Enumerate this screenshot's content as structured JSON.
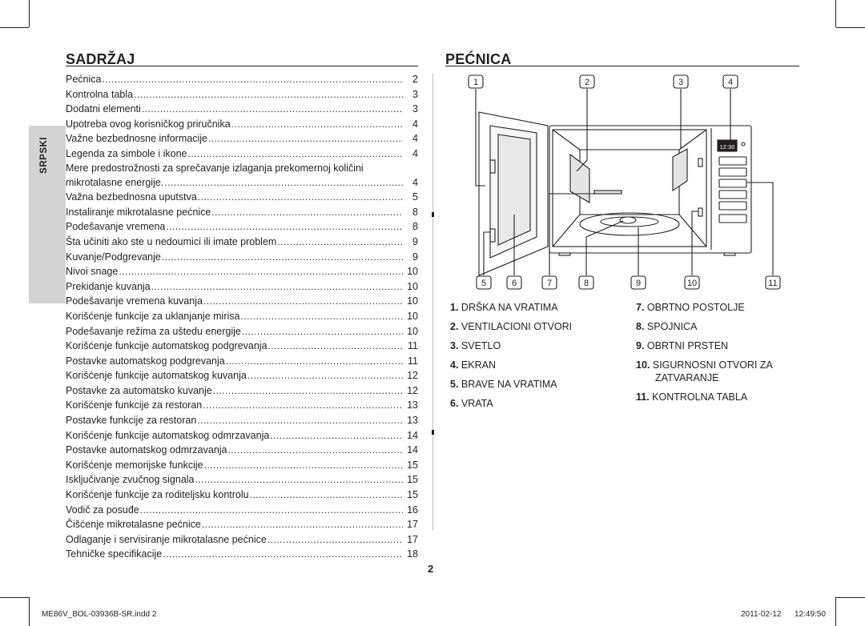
{
  "left": {
    "heading": "SADRŽAJ",
    "side_tab": "SRPSKI",
    "toc": [
      {
        "title": "Pećnica",
        "page": "2"
      },
      {
        "title": "Kontrolna tabla",
        "page": "3"
      },
      {
        "title": "Dodatni elementi",
        "page": "3"
      },
      {
        "title": "Upotreba ovog korisničkog priručnika",
        "page": "4"
      },
      {
        "title": "Važne bezbednosne informacije",
        "page": "4"
      },
      {
        "title": "Legenda za simbole i ikone",
        "page": "4"
      },
      {
        "title": "Mere predostrožnosti za sprečavanje izlaganja prekomernoj količini",
        "page": ""
      },
      {
        "title": "mikrotalasne energije.",
        "page": "4"
      },
      {
        "title": "Važna bezbednosna uputstva",
        "page": "5"
      },
      {
        "title": "Instaliranje mikrotalasne pećnice",
        "page": "8"
      },
      {
        "title": "Podešavanje vremena",
        "page": "8"
      },
      {
        "title": "Šta učiniti ako ste u nedoumici ili imate problem",
        "page": "9"
      },
      {
        "title": "Kuvanje/Podgrevanje",
        "page": "9"
      },
      {
        "title": "Nivoi snage",
        "page": "10"
      },
      {
        "title": "Prekidanje kuvanja",
        "page": "10"
      },
      {
        "title": "Podešavanje vremena kuvanja",
        "page": "10"
      },
      {
        "title": "Korišćenje funkcije za uklanjanje mirisa",
        "page": "10"
      },
      {
        "title": "Podešavanje režima za uštedu energije",
        "page": "10"
      },
      {
        "title": "Korišćenje funkcije automatskog podgrevanja",
        "page": "11"
      },
      {
        "title": "Postavke automatskog podgrevanja",
        "page": "11"
      },
      {
        "title": "Korišćenje funkcije automatskog kuvanja",
        "page": "12"
      },
      {
        "title": "Postavke za automatsko kuvanje",
        "page": "12"
      },
      {
        "title": "Korišćenje funkcije za restoran",
        "page": "13"
      },
      {
        "title": "Postavke funkcije za restoran",
        "page": "13"
      },
      {
        "title": "Korišćenje funkcije automatskog odmrzavanja",
        "page": "14"
      },
      {
        "title": "Postavke automatskog odmrzavanja",
        "page": "14"
      },
      {
        "title": "Korišćenje memorijske funkcije",
        "page": "15"
      },
      {
        "title": "Isključivanje zvučnog signala",
        "page": "15"
      },
      {
        "title": "Korišćenje funkcije za roditeljsku kontrolu",
        "page": "15"
      },
      {
        "title": "Vodič za posuđe",
        "page": "16"
      },
      {
        "title": "Čišćenje mikrotalasne pećnice",
        "page": "17"
      },
      {
        "title": "Odlaganje i servisiranje mikrotalasne pećnice",
        "page": "17"
      },
      {
        "title": "Tehničke specifikacije",
        "page": "18"
      }
    ]
  },
  "right": {
    "heading": "PEĆNICA",
    "diagram": {
      "top_callouts": [
        "1",
        "2",
        "3",
        "4"
      ],
      "bottom_callouts": [
        "5",
        "6",
        "7",
        "8",
        "9",
        "10",
        "11"
      ],
      "display_time": "12:30"
    },
    "legend_left": [
      {
        "num": "1.",
        "label": "DRŠKA NA VRATIMA"
      },
      {
        "num": "2.",
        "label": "VENTILACIONI OTVORI"
      },
      {
        "num": "3.",
        "label": "SVETLO"
      },
      {
        "num": "4.",
        "label": "EKRAN"
      },
      {
        "num": "5.",
        "label": "BRAVE NA VRATIMA"
      },
      {
        "num": "6.",
        "label": "VRATA"
      }
    ],
    "legend_right": [
      {
        "num": "7.",
        "label": "OBRTNO POSTOLJE"
      },
      {
        "num": "8.",
        "label": "SPOJNICA"
      },
      {
        "num": "9.",
        "label": "OBRTNI PRSTEN"
      },
      {
        "num": "10.",
        "label": "SIGURNOSNI OTVORI ZA"
      },
      {
        "num": "",
        "label": "ZATVARANJE"
      },
      {
        "num": "11.",
        "label": "KONTROLNA TABLA"
      }
    ]
  },
  "page_number": "2",
  "footer": {
    "file": "ME86V_BOL-03936B-SR.indd   2",
    "date": "2011-02-12",
    "time": "12:49:50"
  }
}
